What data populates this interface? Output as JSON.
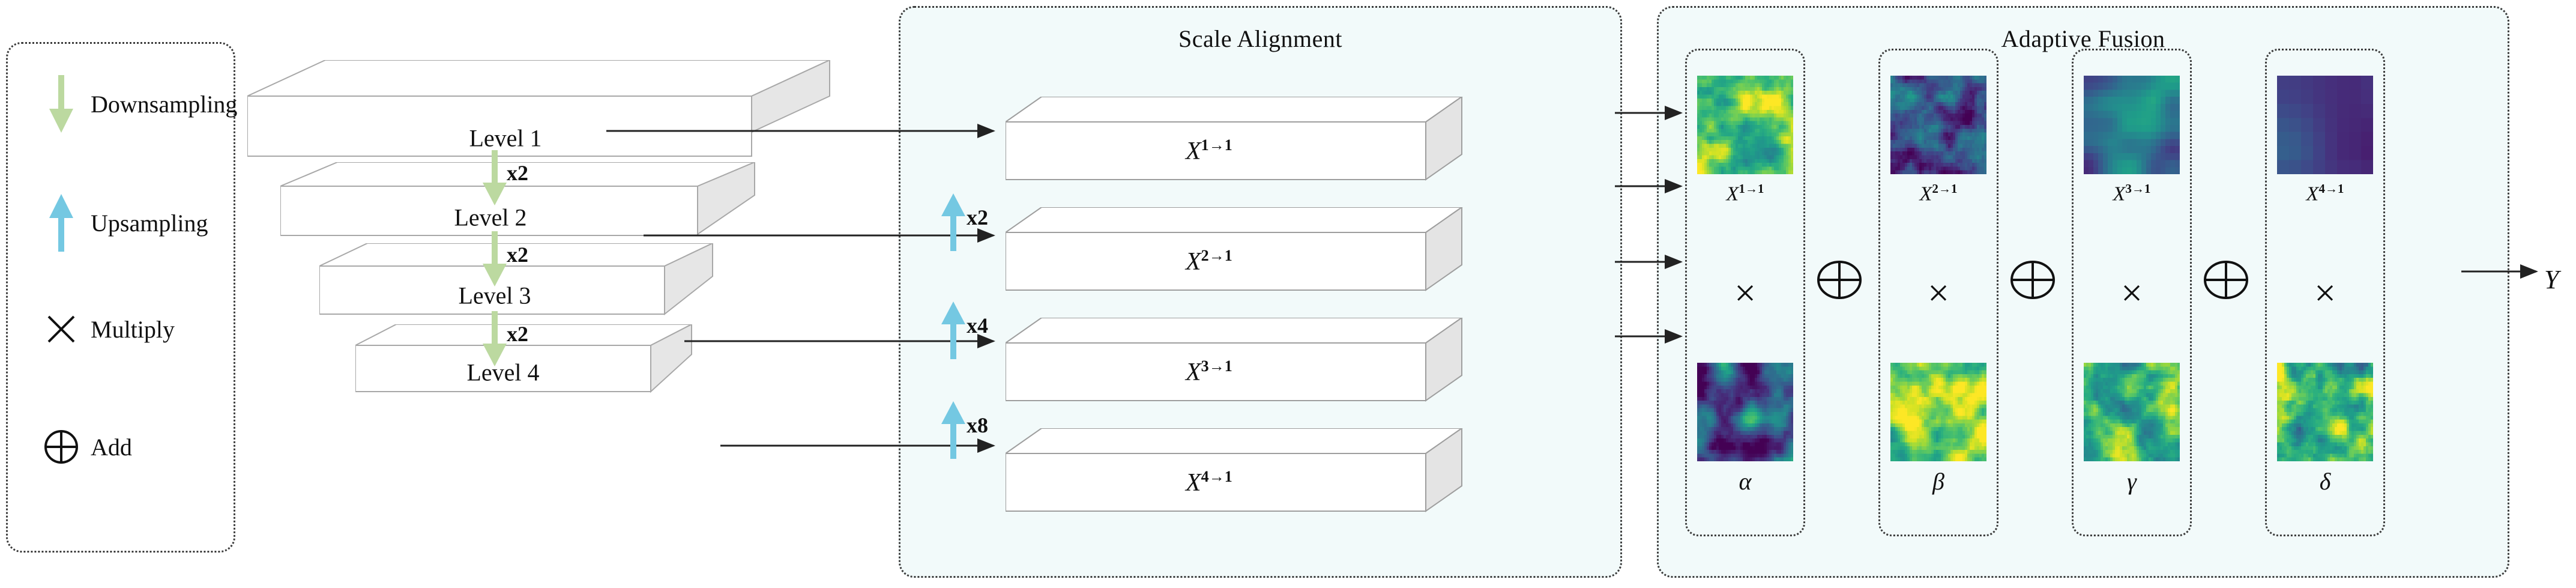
{
  "legend": {
    "items": [
      {
        "glyph": "arrow-down-green",
        "label": "Downsampling"
      },
      {
        "glyph": "arrow-up-cyan",
        "label": "Upsampling"
      },
      {
        "glyph": "multiply-x",
        "label": "Multiply"
      },
      {
        "glyph": "circled-plus",
        "label": "Add"
      }
    ]
  },
  "pyramid": {
    "levels": [
      {
        "label": "Level 1"
      },
      {
        "label": "Level 2"
      },
      {
        "label": "Level 3"
      },
      {
        "label": "Level 4"
      }
    ],
    "downsample_labels": [
      "x2",
      "x2",
      "x2"
    ],
    "upsample_labels": [
      "x2",
      "x4",
      "x8"
    ]
  },
  "scale_alignment": {
    "title": "Scale Alignment",
    "slabs": [
      {
        "base": "X",
        "sup": "1→1"
      },
      {
        "base": "X",
        "sup": "2→1"
      },
      {
        "base": "X",
        "sup": "3→1"
      },
      {
        "base": "X",
        "sup": "4→1"
      }
    ]
  },
  "adaptive_fusion": {
    "title": "Adaptive Fusion",
    "groups": [
      {
        "feature_label_base": "X",
        "feature_label_sup": "1→1",
        "weight_label": "α",
        "operator": "×"
      },
      {
        "feature_label_base": "X",
        "feature_label_sup": "2→1",
        "weight_label": "β",
        "operator": "×"
      },
      {
        "feature_label_base": "X",
        "feature_label_sup": "3→1",
        "weight_label": "γ",
        "operator": "×"
      },
      {
        "feature_label_base": "X",
        "feature_label_sup": "4→1",
        "weight_label": "δ",
        "operator": "×"
      }
    ],
    "between_operators": [
      "⊕",
      "⊕",
      "⊕"
    ],
    "output_label": "Y"
  },
  "colors": {
    "downsample_arrow": "#bcd9a0",
    "upsample_arrow": "#74c8e2",
    "panel_background": "#f2fafa",
    "panel_border": "#3a3a3a",
    "slab_face": "#ffffff",
    "slab_side": "#e6e6e6",
    "slab_stroke": "#a8a8a8",
    "text": "#111111"
  }
}
